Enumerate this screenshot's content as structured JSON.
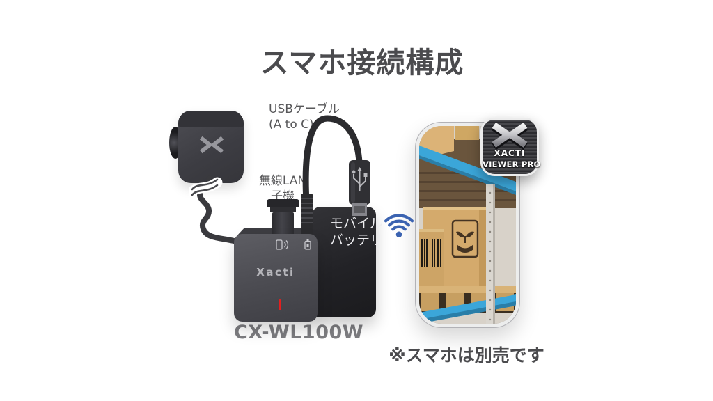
{
  "title": "スマホ接続構成",
  "labels": {
    "usb_cable_line1": "USBケーブル",
    "usb_cable_line2": "(A to C)",
    "wlan_line1": "無線LAN",
    "wlan_line2": "子機",
    "battery_line1": "モバイル",
    "battery_line2": "バッテリ",
    "device_logo": "Xacti",
    "device_model": "CX-WL100W",
    "note": "※スマホは別売です"
  },
  "app_icon": {
    "brand": "XACTI",
    "product": "VIEWER PRO"
  },
  "icons": {
    "wifi": "wifi-signal-icon",
    "device_status_left": "phone-signal-icon",
    "device_status_right": "battery-status-icon",
    "camera_logo": "xacti-x-logo-icon",
    "app_logo": "xacti-x-icon",
    "cable_break": "cable-break-icon"
  },
  "colors": {
    "title_text": "#4b4b4e",
    "caption_text": "#58585a",
    "model_text": "#7d7d81",
    "wifi_blue": "#3b63b1",
    "shelf_beam_blue": "#3ba6d9",
    "indicator_red": "#e21f1f",
    "device_body_gray": "#4a4a50",
    "battery_body_black": "#232326",
    "background": "#ffffff"
  }
}
